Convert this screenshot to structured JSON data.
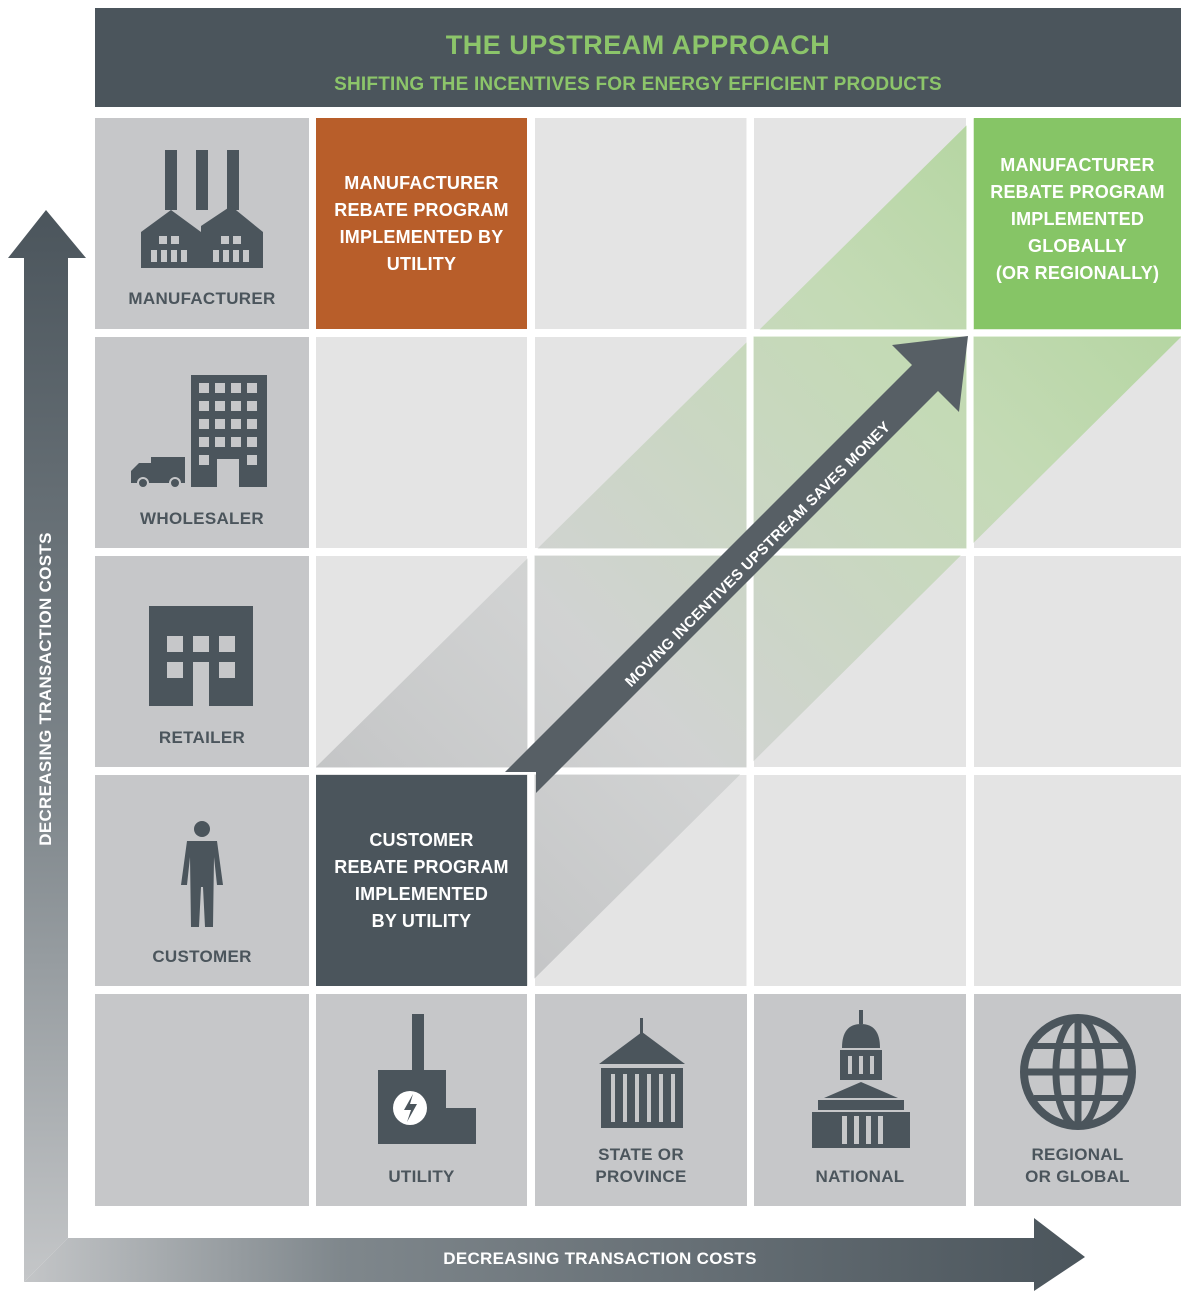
{
  "header": {
    "title": "THE UPSTREAM APPROACH",
    "subtitle": "SHIFTING THE INCENTIVES FOR ENERGY EFFICIENT PRODUCTS"
  },
  "rows": {
    "manufacturer": {
      "label": "MANUFACTURER",
      "icon": "factory-icon"
    },
    "wholesaler": {
      "label": "WHOLESALER",
      "icon": "warehouse-truck-icon"
    },
    "retailer": {
      "label": "RETAILER",
      "icon": "store-icon"
    },
    "customer": {
      "label": "CUSTOMER",
      "icon": "person-icon"
    }
  },
  "columns": {
    "utility": {
      "label": "UTILITY",
      "icon": "power-plant-icon"
    },
    "state": {
      "label_line1": "STATE OR",
      "label_line2": "PROVINCE",
      "icon": "government-building-icon"
    },
    "national": {
      "label": "NATIONAL",
      "icon": "capitol-icon"
    },
    "global": {
      "label_line1": "REGIONAL",
      "label_line2": "OR GLOBAL",
      "icon": "globe-icon"
    }
  },
  "boxes": {
    "manufacturer_utility": {
      "lines": [
        "MANUFACTURER",
        "REBATE PROGRAM",
        "IMPLEMENTED BY",
        "UTILITY"
      ],
      "color": "#b85e2a"
    },
    "customer_utility": {
      "lines": [
        "CUSTOMER",
        "REBATE PROGRAM",
        "IMPLEMENTED",
        "BY UTILITY"
      ],
      "color": "#4b555c"
    },
    "manufacturer_global": {
      "lines": [
        "MANUFACTURER",
        "REBATE PROGRAM",
        "IMPLEMENTED",
        "GLOBALLY",
        "(OR REGIONALLY)"
      ],
      "color": "#86c566"
    }
  },
  "diagonal_arrow_label": "MOVING INCENTIVES UPSTREAM SAVES MONEY",
  "axes": {
    "vertical_label": "DECREASING TRANSACTION COSTS",
    "horizontal_label": "DECREASING TRANSACTION COSTS"
  },
  "colors": {
    "header_bg": "#4b555c",
    "accent_green": "#8cc56a",
    "orange": "#b85e2a",
    "dark_slate": "#4b555c"
  }
}
